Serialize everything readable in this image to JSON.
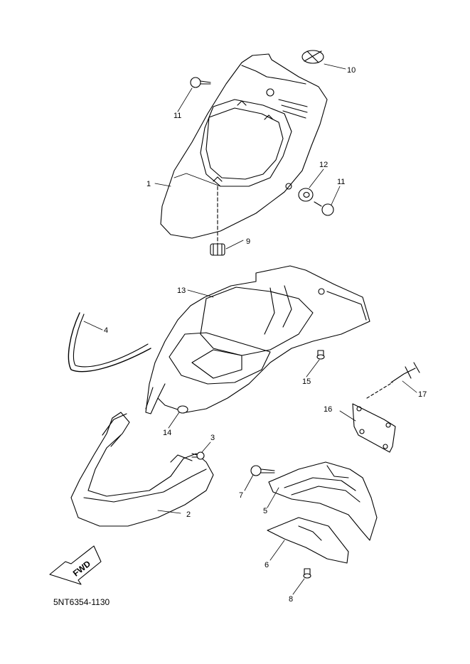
{
  "diagram": {
    "part_number": "5NT6354-1130",
    "fwd_label": "FWD",
    "callouts": [
      {
        "id": "c1",
        "text": "1"
      },
      {
        "id": "c2",
        "text": "2"
      },
      {
        "id": "c3",
        "text": "3"
      },
      {
        "id": "c4",
        "text": "4"
      },
      {
        "id": "c5",
        "text": "5"
      },
      {
        "id": "c6",
        "text": "6"
      },
      {
        "id": "c7",
        "text": "7"
      },
      {
        "id": "c8",
        "text": "8"
      },
      {
        "id": "c9",
        "text": "9"
      },
      {
        "id": "c10",
        "text": "10"
      },
      {
        "id": "c11a",
        "text": "11"
      },
      {
        "id": "c11b",
        "text": "11"
      },
      {
        "id": "c12",
        "text": "12"
      },
      {
        "id": "c13",
        "text": "13"
      },
      {
        "id": "c14",
        "text": "14"
      },
      {
        "id": "c15",
        "text": "15"
      },
      {
        "id": "c16",
        "text": "16"
      },
      {
        "id": "c17",
        "text": "17"
      }
    ]
  }
}
